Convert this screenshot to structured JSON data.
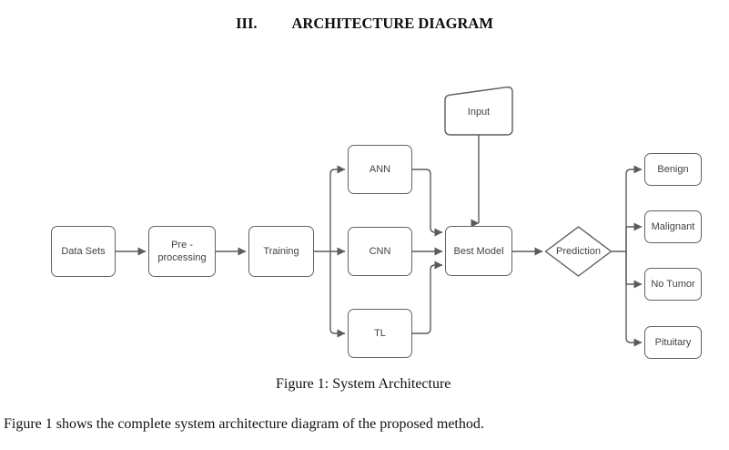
{
  "heading": {
    "number": "III.",
    "title": "ARCHITECTURE DIAGRAM"
  },
  "diagram": {
    "nodes": {
      "data_sets": "Data Sets",
      "preprocessing": "Pre - processing",
      "training": "Training",
      "ann": "ANN",
      "cnn": "CNN",
      "tl": "TL",
      "input": "Input",
      "best_model": "Best Model",
      "prediction": "Prediction",
      "benign": "Benign",
      "malignant": "Malignant",
      "no_tumor": "No Tumor",
      "pituitary": "Pituitary"
    },
    "colors": {
      "line": "#5c5c5c",
      "node_border": "#636363",
      "node_text": "#424242",
      "node_fill": "#ffffff"
    }
  },
  "caption": "Figure 1: System Architecture",
  "body_text": "Figure 1 shows the complete system architecture diagram of the proposed method."
}
